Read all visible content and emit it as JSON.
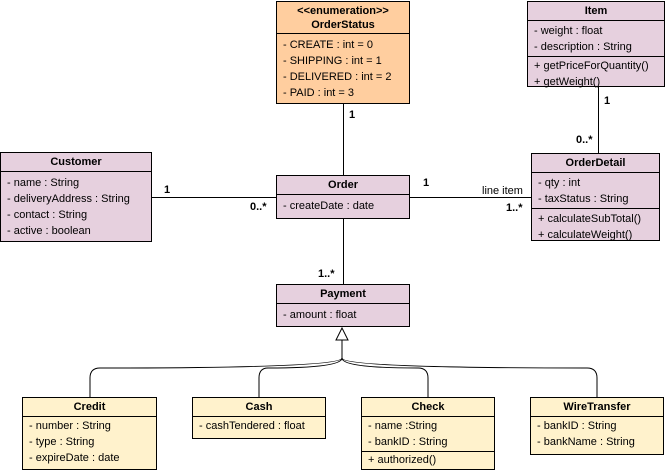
{
  "classes": {
    "order_status": {
      "stereotype": "<<enumeration>>",
      "name": "OrderStatus",
      "attributes": [
        "- CREATE : int  = 0",
        "- SHIPPING : int = 1",
        "- DELIVERED : int = 2",
        "- PAID : int = 3"
      ]
    },
    "item": {
      "name": "Item",
      "attributes": [
        "- weight : float",
        "- description : String"
      ],
      "operations": [
        "+ getPriceForQuantity()",
        "+ getWeight()"
      ]
    },
    "customer": {
      "name": "Customer",
      "attributes": [
        "- name : String",
        "- deliveryAddress : String",
        "- contact : String",
        "- active : boolean"
      ]
    },
    "order": {
      "name": "Order",
      "attributes": [
        "- createDate : date"
      ]
    },
    "order_detail": {
      "name": "OrderDetail",
      "attributes": [
        "- qty : int",
        "- taxStatus : String"
      ],
      "operations": [
        "+ calculateSubTotal()",
        "+ calculateWeight()"
      ]
    },
    "payment": {
      "name": "Payment",
      "attributes": [
        "- amount : float"
      ]
    },
    "credit": {
      "name": "Credit",
      "attributes": [
        "- number : String",
        "- type : String",
        "- expireDate : date"
      ]
    },
    "cash": {
      "name": "Cash",
      "attributes": [
        "- cashTendered : float"
      ]
    },
    "check": {
      "name": "Check",
      "attributes": [
        "- name :String",
        "- bankID : String"
      ],
      "operations": [
        "+ authorized()"
      ]
    },
    "wire_transfer": {
      "name": "WireTransfer",
      "attributes": [
        "- bankID : String",
        "- bankName : String"
      ]
    }
  },
  "associations": {
    "status_order": {
      "status_end": "1"
    },
    "customer_order": {
      "customer_end": "1",
      "order_end": "0..*"
    },
    "order_detail": {
      "order_end": "1",
      "role": "line item",
      "detail_end": "1..*"
    },
    "item_detail": {
      "item_end": "1",
      "detail_end": "0..*"
    },
    "order_payment": {
      "payment_end": "1..*"
    }
  },
  "colors": {
    "class_fill": "#e6d0de",
    "enum_fill": "#ffce9f",
    "subclass_fill": "#fff2cc",
    "line": "#000000"
  }
}
